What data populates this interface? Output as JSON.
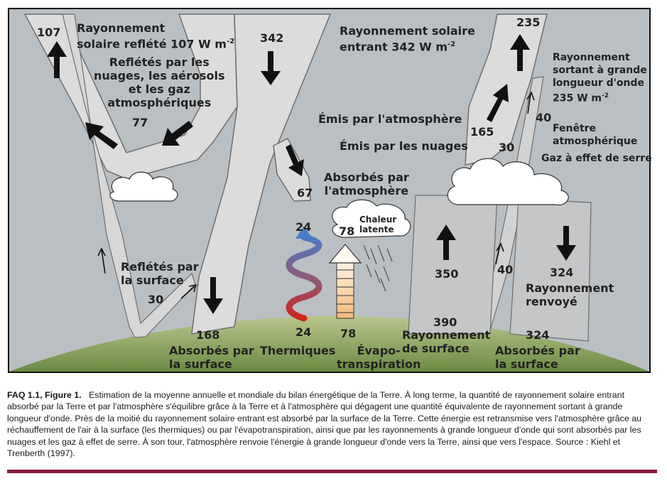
{
  "diagram": {
    "labels": {
      "reflected_solar_value": "107",
      "reflected_solar_title": "Rayonnement\nsolaire reflété 107 W m",
      "reflected_solar_exp": "-2",
      "incoming_value": "342",
      "incoming_title": "Rayonnement solaire\nentrant 342 W m",
      "incoming_exp": "-2",
      "outgoing_value": "235",
      "outgoing_title": "Rayonnement\nsortant à grande\nlongueur d'onde\n235 W m",
      "outgoing_exp": "-2",
      "reflected_clouds_title": "Reflétés par les\nnuages, les aérosols\net les gaz\natmosphériques",
      "reflected_clouds_value": "77",
      "emitted_atm": "Émis par l'atmosphère",
      "emitted_clouds": "Émis par les nuages",
      "emitted_atm_value": "165",
      "emitted_clouds_value": "30",
      "window_value": "40",
      "window_label": "Fenêtre\natmosphérique",
      "greenhouse_label": "Gaz à effet de serre",
      "absorbed_atm_value": "67",
      "absorbed_atm_title": "Absorbés par\nl'atmosphère",
      "thermals_top_value": "24",
      "latent_top_value": "78",
      "latent_heat_label": "Chaleur\nlatente",
      "reflected_surface_title": "Reflétés par\nla surface",
      "reflected_surface_value": "30",
      "absorbed_surface_value": "168",
      "absorbed_surface_title": "Absorbés par\nla surface",
      "thermals_bottom_value": "24",
      "thermals_title": "Thermiques",
      "evapo_value": "78",
      "evapo_title": "Évapo-\ntranspiration",
      "surface_rad_value_mid": "350",
      "surface_rad_value_bottom": "390",
      "surface_rad_title": "Rayonnement\nde surface",
      "window_bottom_value": "40",
      "back_rad_value_mid": "324",
      "back_rad_title": "Rayonnement\nrenvoyé",
      "back_absorbed_value": "324",
      "back_absorbed_title": "Absorbés par\nla surface"
    },
    "colors": {
      "sky": "#b9bec2",
      "beam": "#dcdcdc",
      "beam_edge": "#6e6e6e",
      "ground_top": "#b7c48a",
      "ground_bottom": "#6d8a45",
      "arrow": "#111111",
      "thermal_top": "#4b79c2",
      "thermal_bottom": "#c8281e",
      "evapo_orange": "#f3bf82",
      "caption_rule": "#8a1a44"
    },
    "icons": [
      "cloud-icon",
      "rain-icon",
      "wavy-arrow-icon"
    ]
  },
  "caption": {
    "ref": "FAQ 1.1, Figure 1.",
    "text": "Estimation de la moyenne annuelle et mondiale du bilan énergétique de la Terre. À long terme, la quantité de rayonnement solaire entrant absorbé par la Terre et par l'atmosphère s'équilibre grâce à la Terre et à l'atmosphère qui dégagent une quantité équivalente de rayonnement sortant à grande longueur d'onde. Près de la moitié du rayonnement solaire entrant est absorbé par la surface de la Terre. Cette énergie est retransmise vers l'atmosphère grâce au réchauffement de l'air à la surface (les thermiques) ou par l'évapotranspiration, ainsi que par les rayonnements à grande longueur d'onde qui sont absorbés par les nuages et les gaz à effet de serre. À son tour, l'atmosphère renvoie l'énergie à grande longueur d'onde vers la Terre, ainsi que vers l'espace. Source : Kiehl et Trenberth (1997)."
  }
}
